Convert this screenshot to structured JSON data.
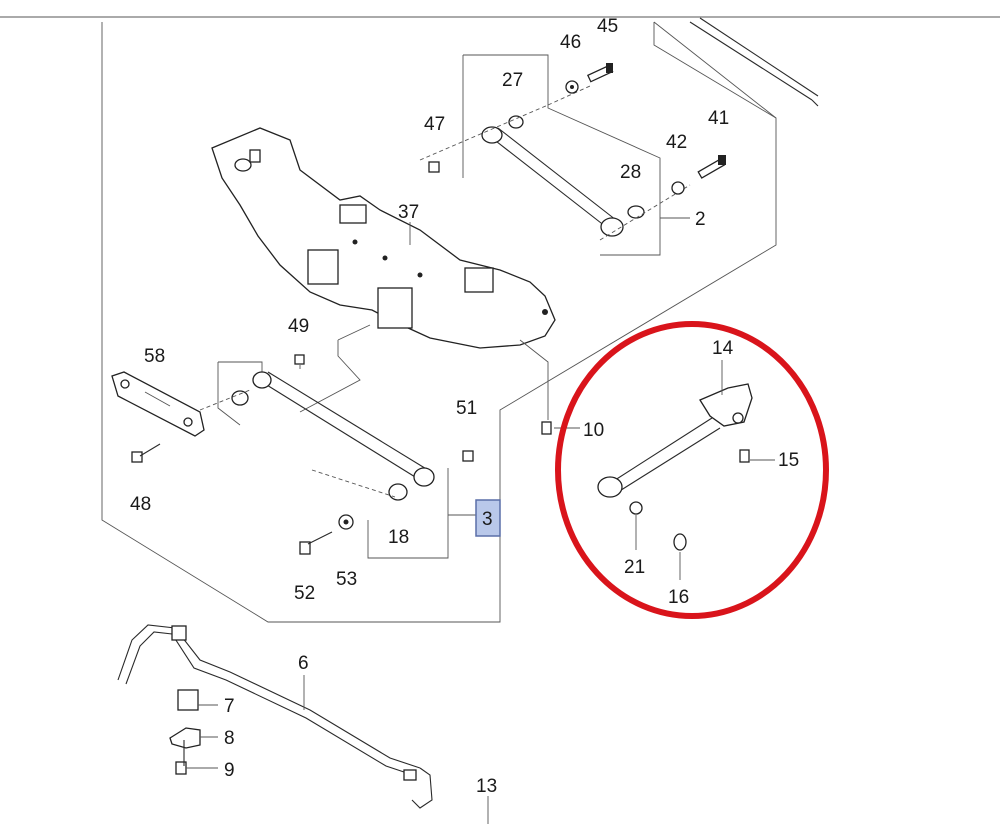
{
  "callouts": {
    "c45": "45",
    "c46": "46",
    "c27": "27",
    "c47": "47",
    "c41": "41",
    "c42": "42",
    "c28": "28",
    "c2": "2",
    "c37": "37",
    "c49": "49",
    "c58": "58",
    "c51": "51",
    "c10": "10",
    "c14": "14",
    "c15": "15",
    "c48": "48",
    "c3": "3",
    "c18": "18",
    "c21": "21",
    "c16": "16",
    "c52": "52",
    "c53": "53",
    "c6": "6",
    "c7": "7",
    "c8": "8",
    "c9": "9",
    "c13": "13"
  },
  "colors": {
    "highlight_circle": "#d9141b",
    "callout_box_fill": "#b9c8ea",
    "callout_box_border": "#5a6fa8",
    "line": "#2a2a2a"
  }
}
